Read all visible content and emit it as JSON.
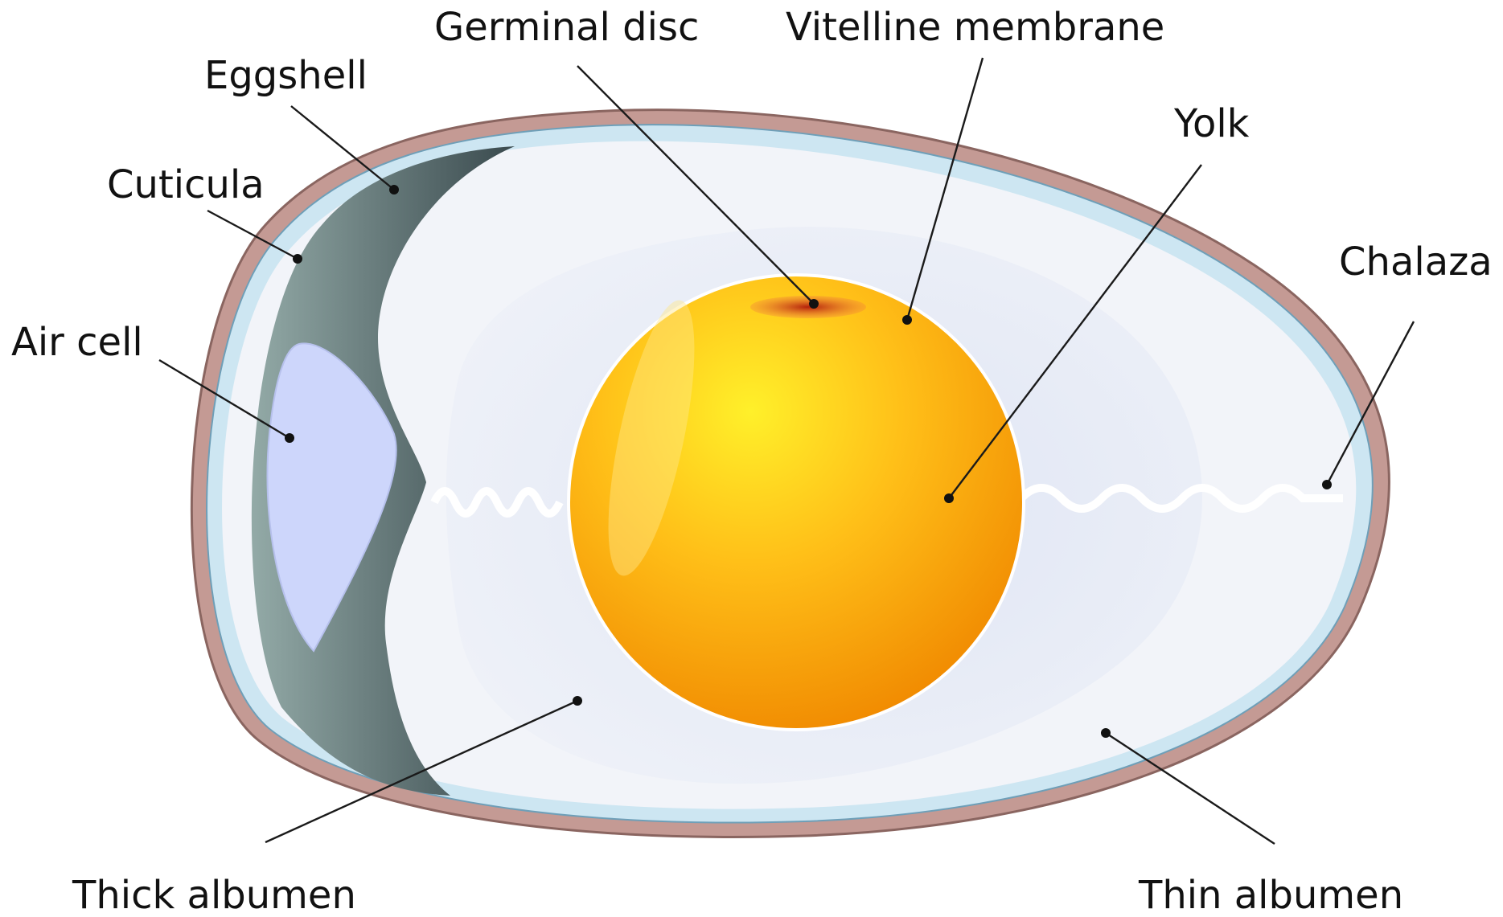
{
  "labels": {
    "germinal_disc": "Germinal disc",
    "vitelline_membrane": "Vitelline membrane",
    "eggshell": "Eggshell",
    "yolk": "Yolk",
    "cuticula": "Cuticula",
    "chalaza": "Chalaza",
    "air_cell": "Air cell",
    "thick_albumen": "Thick albumen",
    "thin_albumen": "Thin albumen"
  },
  "colors": {
    "eggshell": "#c49a94",
    "shell_outline": "#8a6560",
    "cuticula": "#cde6f2",
    "cuticula_outline": "#6e9fb8",
    "thin_albumen": "#f1f3f8",
    "thick_albumen": "#e6ebf6",
    "air_cell_gradient_light": "#8fa6a2",
    "air_cell_gradient_dark": "#3e4f52",
    "air_cell": "#cdd6fb",
    "yolk_light": "#ffe030",
    "yolk_dark": "#f08a00",
    "germinal_disc": "#c83a1a",
    "chalaza": "#ffffff"
  }
}
